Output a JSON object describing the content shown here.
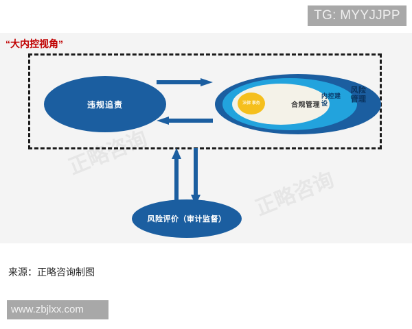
{
  "badge": {
    "text": "TG: MYYJJPP"
  },
  "panel": {
    "title": "“大内控视角”",
    "watermark_left": "正略咨询",
    "watermark_right": "正略咨询"
  },
  "diagram": {
    "type": "concentric-ellipse-flow",
    "nodes": [
      {
        "id": "violation",
        "label": "违规追责",
        "shape": "ellipse",
        "color": "#1b5ea0"
      },
      {
        "id": "risk-management",
        "label": "风险\n管理",
        "shape": "ellipse-outer",
        "color": "#1b5ea0"
      },
      {
        "id": "internal-control",
        "label": "内控建\n设",
        "shape": "ellipse-mid",
        "color": "#22a3dd"
      },
      {
        "id": "compliance",
        "label": "合规管理",
        "shape": "ellipse-inner",
        "color": "#f4f2e8"
      },
      {
        "id": "core",
        "label": "法律\n事务",
        "shape": "ellipse-core",
        "color": "#f5bf1c"
      },
      {
        "id": "assessment",
        "label": "风险评价（审计监督）",
        "shape": "ellipse",
        "color": "#1b5ea0"
      }
    ],
    "arrows": [
      {
        "id": "violation-to-risk",
        "direction": "right"
      },
      {
        "id": "risk-to-violation",
        "direction": "left"
      },
      {
        "id": "assessment-to-box",
        "direction": "up"
      },
      {
        "id": "box-to-assessment",
        "direction": "down"
      }
    ],
    "arrow_color": "#1b5ea0",
    "border_style": "dashed"
  },
  "footer": {
    "source": "来源：正略咨询制图",
    "url": "www.zbjlxx.com"
  }
}
